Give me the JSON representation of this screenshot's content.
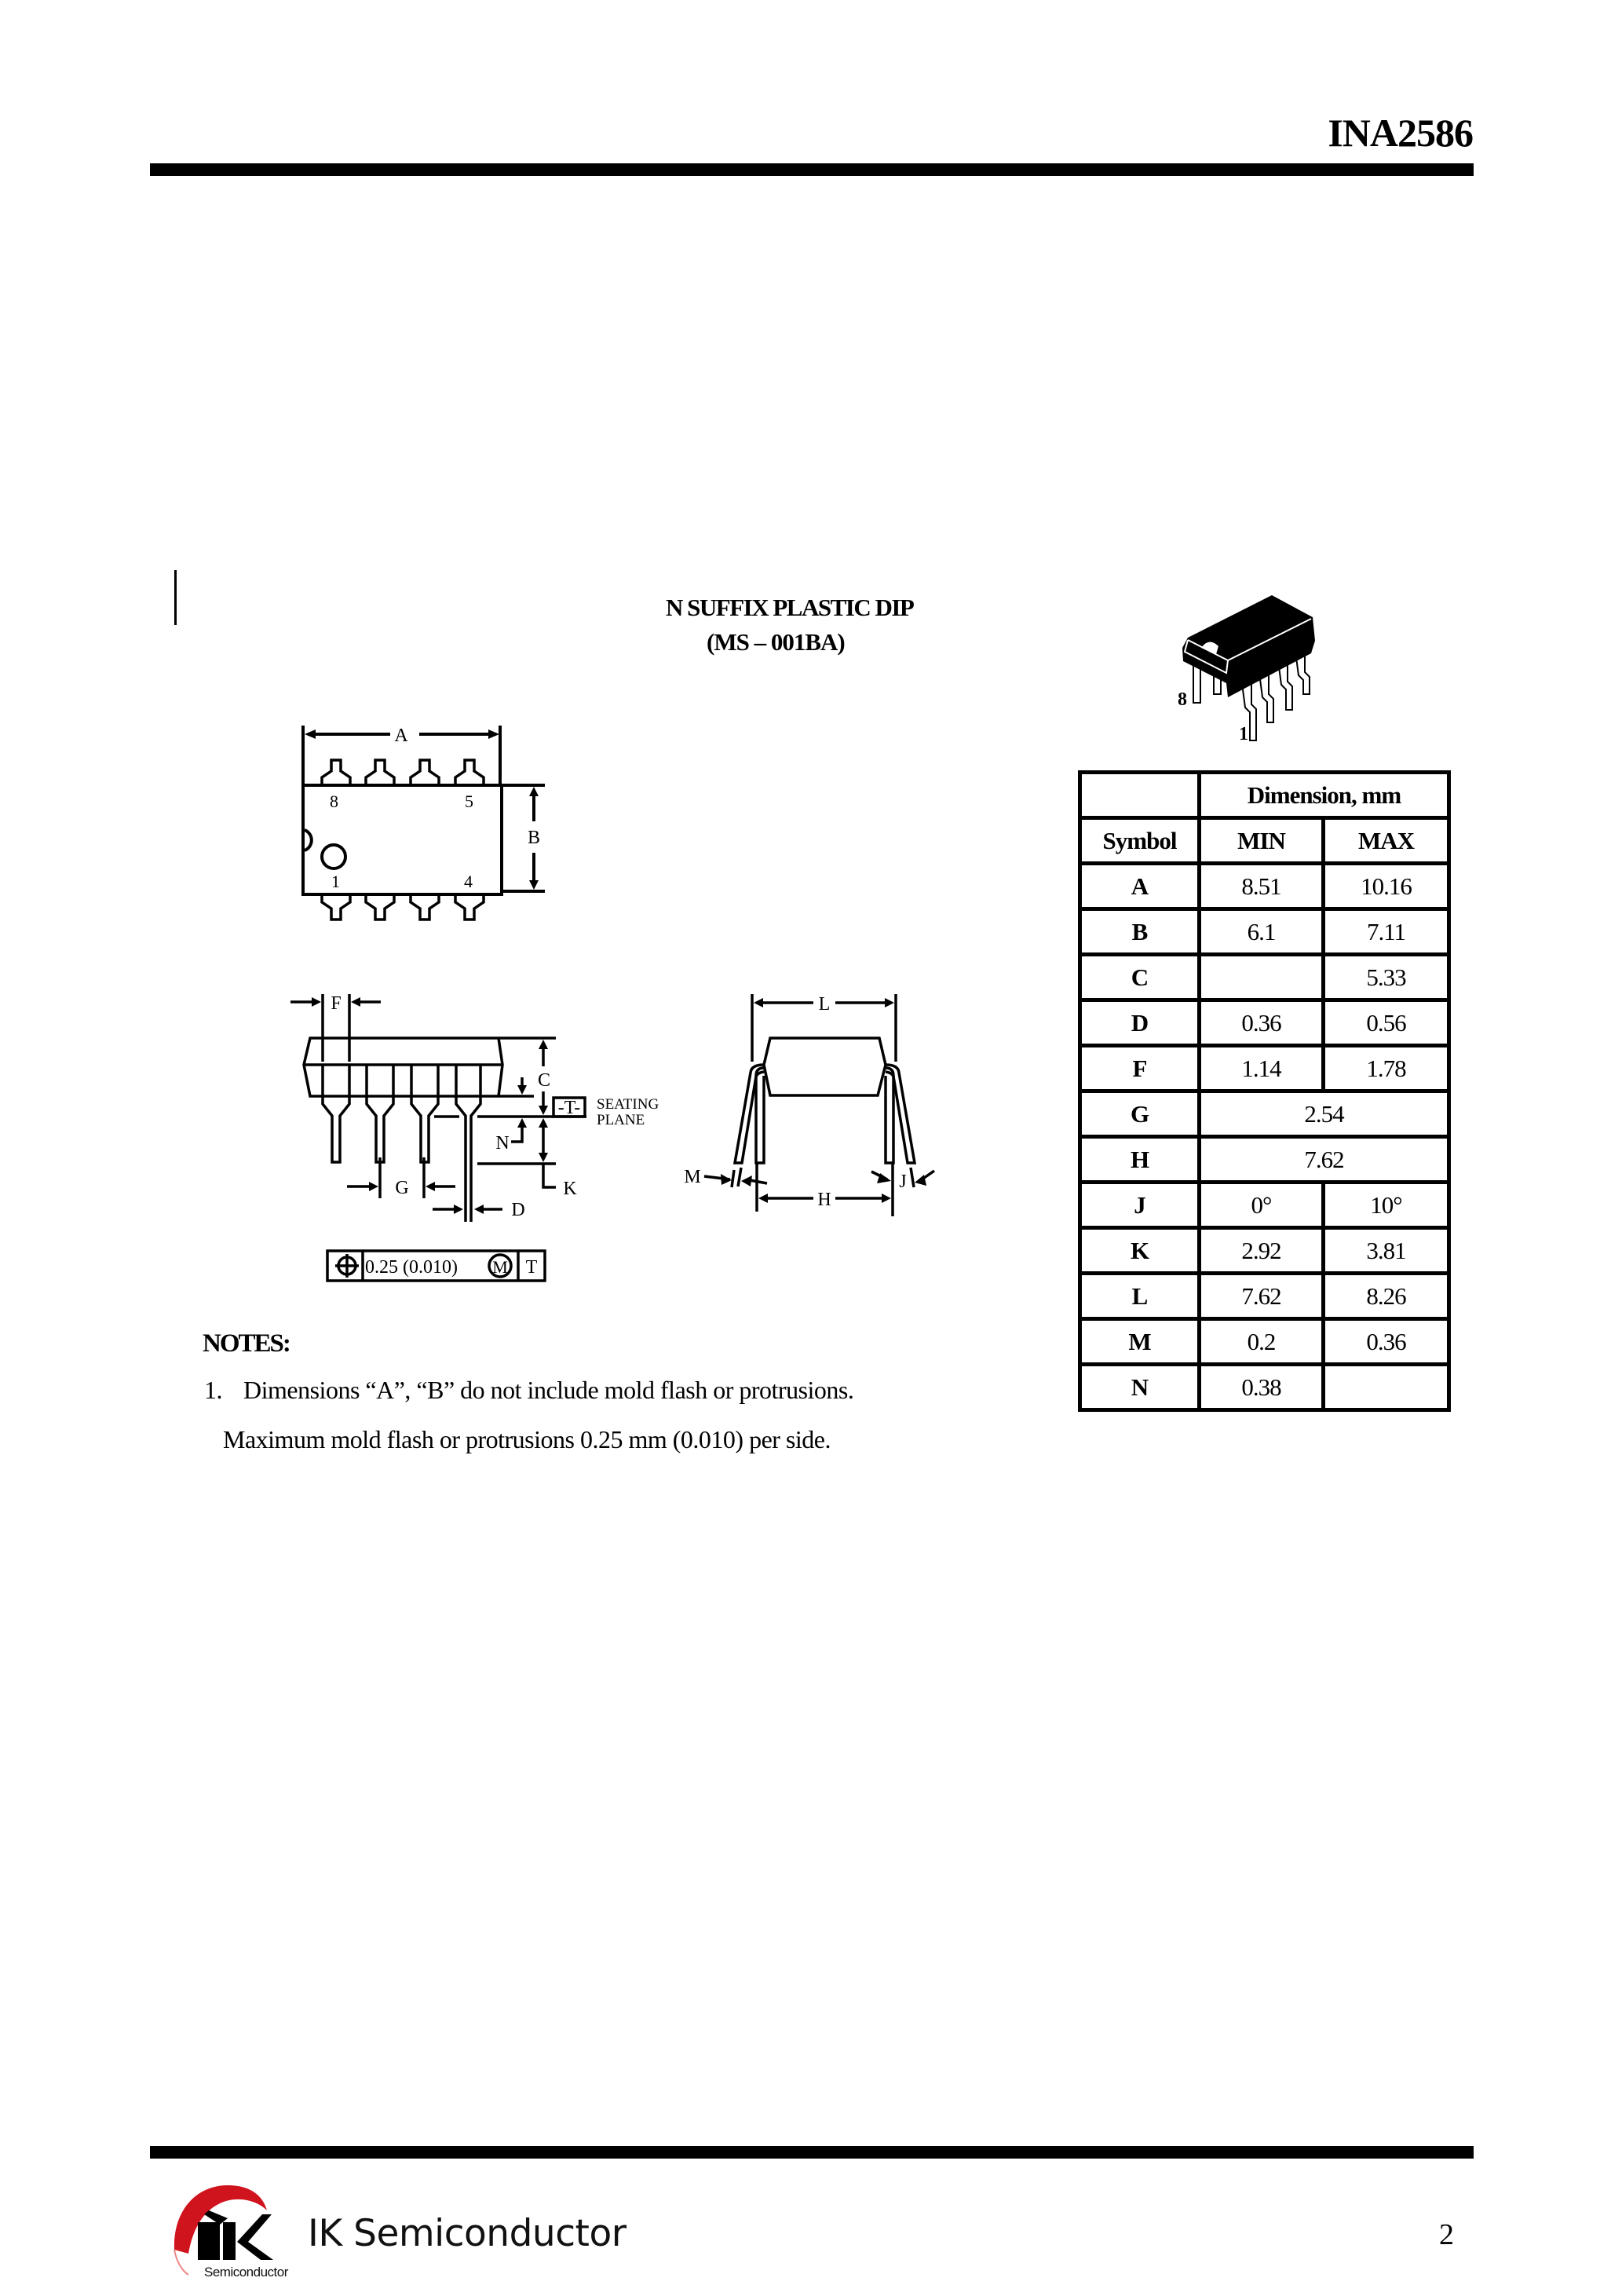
{
  "header": {
    "title": "INA2586"
  },
  "package": {
    "title": "N SUFFIX PLASTIC DIP",
    "subtitle": "(MS – 001BA)",
    "photo_pin_labels": {
      "pin8": "8",
      "pin1": "1"
    }
  },
  "drawings": {
    "top_view": {
      "dim_a": "A",
      "dim_b": "B",
      "pins": [
        "8",
        "5",
        "1",
        "4"
      ]
    },
    "side_view": {
      "labels": {
        "f": "F",
        "c": "C",
        "n": "N",
        "g": "G",
        "k": "K",
        "d": "D",
        "t": "-T-"
      },
      "seating_plane": [
        "SEATING",
        "PLANE"
      ],
      "tolerance_frame": {
        "value": "0.25 (0.010)",
        "modifier": "M",
        "datum": "T"
      }
    },
    "end_view": {
      "labels": {
        "l": "L",
        "m": "M",
        "h": "H",
        "j": "J"
      }
    }
  },
  "table": {
    "group_header": "Dimension, mm",
    "col_symbol": "Symbol",
    "col_min": "MIN",
    "col_max": "MAX",
    "rows": [
      {
        "symbol": "A",
        "min": "8.51",
        "max": "10.16"
      },
      {
        "symbol": "B",
        "min": "6.1",
        "max": "7.11"
      },
      {
        "symbol": "C",
        "min": "",
        "max": "5.33"
      },
      {
        "symbol": "D",
        "min": "0.36",
        "max": "0.56"
      },
      {
        "symbol": "F",
        "min": "1.14",
        "max": "1.78"
      },
      {
        "symbol": "G",
        "span": "2.54"
      },
      {
        "symbol": "H",
        "span": "7.62"
      },
      {
        "symbol": "J",
        "min": "0°",
        "max": "10°"
      },
      {
        "symbol": "K",
        "min": "2.92",
        "max": "3.81"
      },
      {
        "symbol": "L",
        "min": "7.62",
        "max": "8.26"
      },
      {
        "symbol": "M",
        "min": "0.2",
        "max": "0.36"
      },
      {
        "symbol": "N",
        "min": "0.38",
        "max": ""
      }
    ]
  },
  "notes": {
    "heading": "NOTES:",
    "items": [
      {
        "number": "1.",
        "line1": "Dimensions “A”, “B” do not include mold flash or protrusions.",
        "line2": "Maximum mold flash or protrusions 0.25 mm (0.010) per side."
      }
    ]
  },
  "footer": {
    "company": "IK Semiconductor",
    "logo_mark": "IK",
    "logo_sub": "Semiconductor",
    "page_number": "2",
    "brand_color": "#d0141e"
  }
}
